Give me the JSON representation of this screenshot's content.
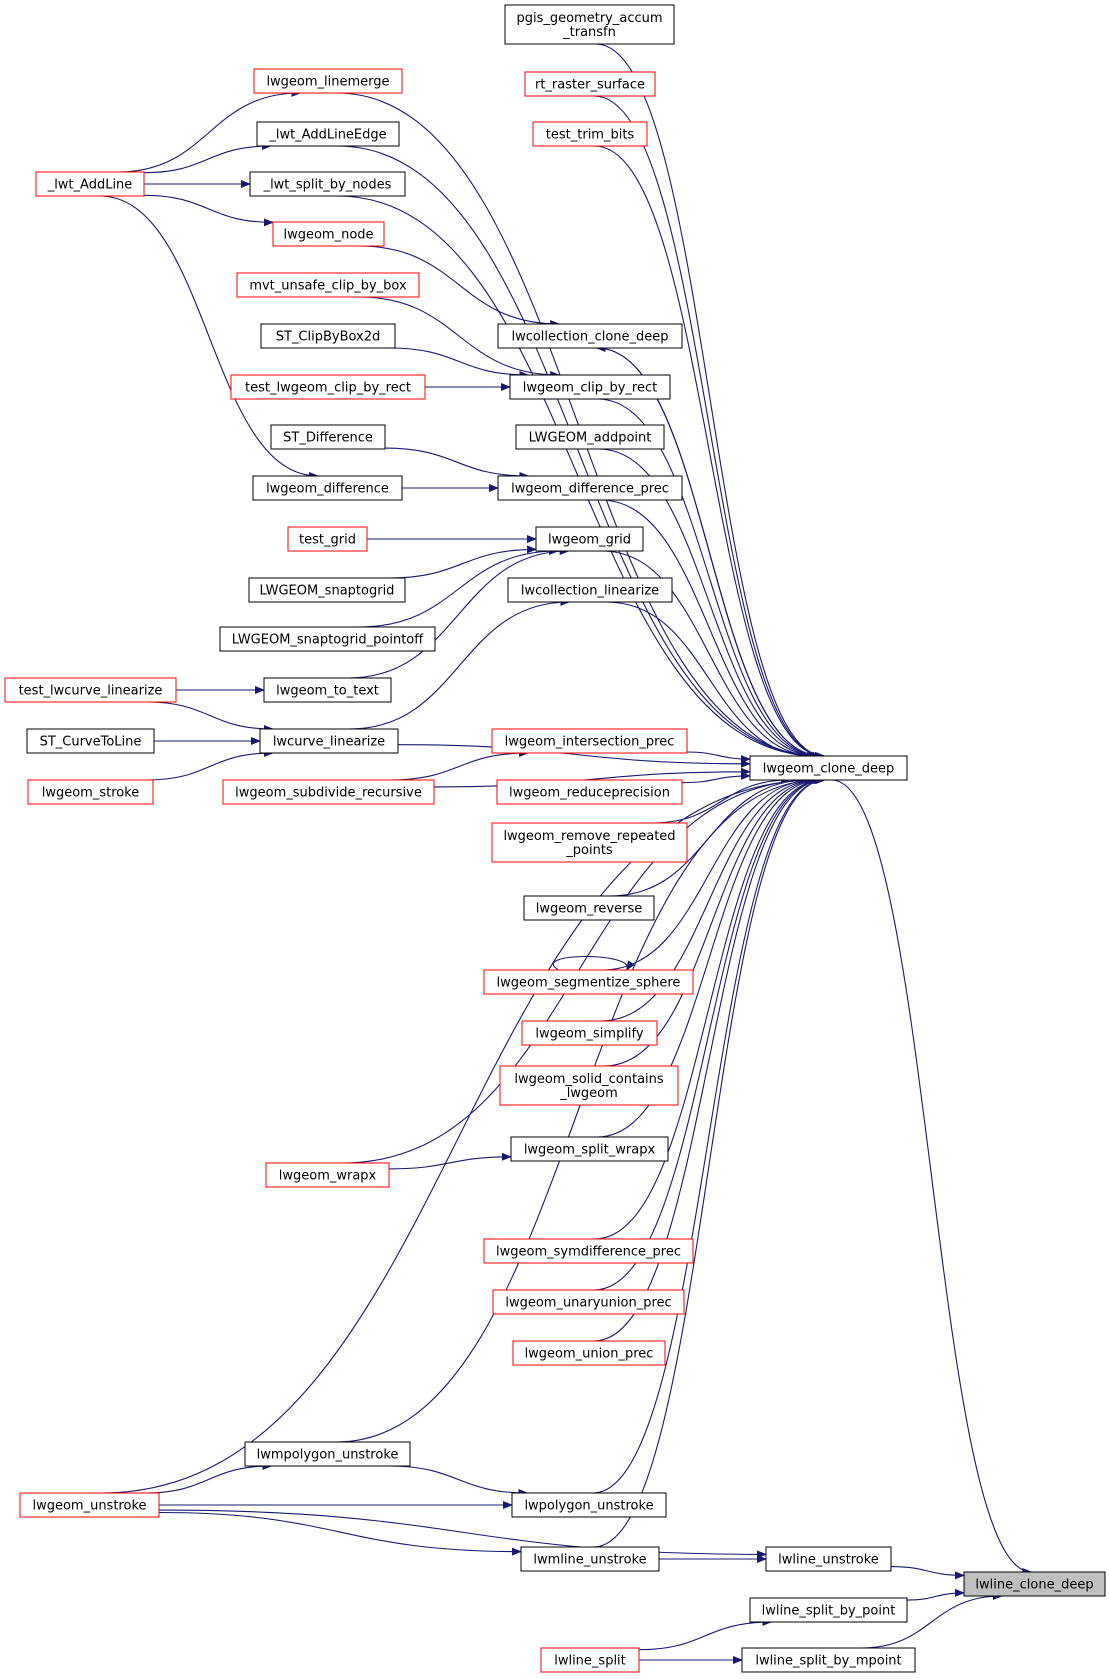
{
  "colors": {
    "edge": "#191970",
    "link_border": "#ff0000",
    "doc_border": "#000000",
    "root_fill": "#bfbfbf"
  },
  "nodes": {
    "n_lwline_clone_deep": {
      "label": [
        "lwline_clone_deep"
      ],
      "kind": "root"
    },
    "n_lwline_unstroke": {
      "label": [
        "lwline_unstroke"
      ],
      "kind": "doc"
    },
    "n_lwline_split_by_point": {
      "label": [
        "lwline_split_by_point"
      ],
      "kind": "doc"
    },
    "n_lwline_split_by_mpoint": {
      "label": [
        "lwline_split_by_mpoint"
      ],
      "kind": "doc"
    },
    "n_lwgeom_clone_deep": {
      "label": [
        "lwgeom_clone_deep"
      ],
      "kind": "doc"
    },
    "n_lwmline_unstroke": {
      "label": [
        "lwmline_unstroke"
      ],
      "kind": "doc"
    },
    "n_lwline_split": {
      "label": [
        "lwline_split"
      ],
      "kind": "link"
    },
    "n_pgis_geometry_accum_transfn": {
      "label": [
        "pgis_geometry_accum",
        "_transfn"
      ],
      "kind": "doc"
    },
    "n_rt_raster_surface": {
      "label": [
        "rt_raster_surface"
      ],
      "kind": "link"
    },
    "n_test_trim_bits": {
      "label": [
        "test_trim_bits"
      ],
      "kind": "link"
    },
    "n_lwcollection_clone_deep": {
      "label": [
        "lwcollection_clone_deep"
      ],
      "kind": "doc"
    },
    "n_lwgeom_clip_by_rect": {
      "label": [
        "lwgeom_clip_by_rect"
      ],
      "kind": "doc"
    },
    "n_LWGEOM_addpoint": {
      "label": [
        "LWGEOM_addpoint"
      ],
      "kind": "doc"
    },
    "n_lwgeom_difference_prec": {
      "label": [
        "lwgeom_difference_prec"
      ],
      "kind": "doc"
    },
    "n_lwgeom_grid": {
      "label": [
        "lwgeom_grid"
      ],
      "kind": "doc"
    },
    "n_lwcollection_linearize": {
      "label": [
        "lwcollection_linearize"
      ],
      "kind": "doc"
    },
    "n_lwcurve_linearize": {
      "label": [
        "lwcurve_linearize"
      ],
      "kind": "doc"
    },
    "n_lwgeom_intersection_prec": {
      "label": [
        "lwgeom_intersection_prec"
      ],
      "kind": "link"
    },
    "n_lwgeom_subdivide_recursive": {
      "label": [
        "lwgeom_subdivide_recursive"
      ],
      "kind": "link"
    },
    "n_lwgeom_reduceprecision": {
      "label": [
        "lwgeom_reduceprecision"
      ],
      "kind": "link"
    },
    "n_lwgeom_remove_repeated_points": {
      "label": [
        "lwgeom_remove_repeated",
        "_points"
      ],
      "kind": "link"
    },
    "n_lwgeom_reverse": {
      "label": [
        "lwgeom_reverse"
      ],
      "kind": "doc"
    },
    "n_lwgeom_segmentize_sphere": {
      "label": [
        "lwgeom_segmentize_sphere"
      ],
      "kind": "link"
    },
    "n_lwgeom_simplify": {
      "label": [
        "lwgeom_simplify"
      ],
      "kind": "link"
    },
    "n_lwgeom_solid_contains_lwgeom": {
      "label": [
        "lwgeom_solid_contains",
        "_lwgeom"
      ],
      "kind": "link"
    },
    "n_lwgeom_split_wrapx": {
      "label": [
        "lwgeom_split_wrapx"
      ],
      "kind": "doc"
    },
    "n_lwgeom_wrapx": {
      "label": [
        "lwgeom_wrapx"
      ],
      "kind": "link"
    },
    "n_lwgeom_symdifference_prec": {
      "label": [
        "lwgeom_symdifference_prec"
      ],
      "kind": "link"
    },
    "n_lwgeom_unaryunion_prec": {
      "label": [
        "lwgeom_unaryunion_prec"
      ],
      "kind": "link"
    },
    "n_lwgeom_union_prec": {
      "label": [
        "lwgeom_union_prec"
      ],
      "kind": "link"
    },
    "n_lwgeom_unstroke": {
      "label": [
        "lwgeom_unstroke"
      ],
      "kind": "link"
    },
    "n_lwmpolygon_unstroke": {
      "label": [
        "lwmpolygon_unstroke"
      ],
      "kind": "doc"
    },
    "n_lwpolygon_unstroke": {
      "label": [
        "lwpolygon_unstroke"
      ],
      "kind": "doc"
    },
    "n_lwgeom_linemerge": {
      "label": [
        "lwgeom_linemerge"
      ],
      "kind": "link"
    },
    "n_lwt_AddLine": {
      "label": [
        "_lwt_AddLine"
      ],
      "kind": "link"
    },
    "n_lwt_AddLineEdge": {
      "label": [
        "_lwt_AddLineEdge"
      ],
      "kind": "doc"
    },
    "n_lwt_split_by_nodes": {
      "label": [
        "_lwt_split_by_nodes"
      ],
      "kind": "doc"
    },
    "n_lwgeom_node": {
      "label": [
        "lwgeom_node"
      ],
      "kind": "link"
    },
    "n_mvt_unsafe_clip_by_box": {
      "label": [
        "mvt_unsafe_clip_by_box"
      ],
      "kind": "link"
    },
    "n_ST_ClipByBox2d": {
      "label": [
        "ST_ClipByBox2d"
      ],
      "kind": "doc"
    },
    "n_test_lwgeom_clip_by_rect": {
      "label": [
        "test_lwgeom_clip_by_rect"
      ],
      "kind": "link"
    },
    "n_ST_Difference": {
      "label": [
        "ST_Difference"
      ],
      "kind": "doc"
    },
    "n_lwgeom_difference": {
      "label": [
        "lwgeom_difference"
      ],
      "kind": "doc"
    },
    "n_test_grid": {
      "label": [
        "test_grid"
      ],
      "kind": "link"
    },
    "n_LWGEOM_snaptogrid": {
      "label": [
        "LWGEOM_snaptogrid"
      ],
      "kind": "doc"
    },
    "n_LWGEOM_snaptogrid_pointoff": {
      "label": [
        "LWGEOM_snaptogrid_pointoff"
      ],
      "kind": "doc"
    },
    "n_lwgeom_to_text": {
      "label": [
        "lwgeom_to_text"
      ],
      "kind": "doc"
    },
    "n_test_lwcurve_linearize": {
      "label": [
        "test_lwcurve_linearize"
      ],
      "kind": "link"
    },
    "n_ST_CurveToLine": {
      "label": [
        "ST_CurveToLine"
      ],
      "kind": "doc"
    },
    "n_lwgeom_stroke": {
      "label": [
        "lwgeom_stroke"
      ],
      "kind": "link"
    }
  },
  "edges": [
    [
      "n_lwline_unstroke",
      "n_lwline_clone_deep"
    ],
    [
      "n_lwline_split_by_point",
      "n_lwline_clone_deep"
    ],
    [
      "n_lwline_split_by_mpoint",
      "n_lwline_clone_deep"
    ],
    [
      "n_lwgeom_clone_deep",
      "n_lwline_clone_deep"
    ],
    [
      "n_lwmline_unstroke",
      "n_lwline_unstroke"
    ],
    [
      "n_lwgeom_unstroke",
      "n_lwline_unstroke"
    ],
    [
      "n_lwline_split",
      "n_lwline_split_by_point"
    ],
    [
      "n_lwline_split",
      "n_lwline_split_by_mpoint"
    ],
    [
      "n_pgis_geometry_accum_transfn",
      "n_lwgeom_clone_deep"
    ],
    [
      "n_rt_raster_surface",
      "n_lwgeom_clone_deep"
    ],
    [
      "n_test_trim_bits",
      "n_lwgeom_clone_deep"
    ],
    [
      "n_lwgeom_linemerge",
      "n_lwgeom_clone_deep"
    ],
    [
      "n_lwt_AddLineEdge",
      "n_lwgeom_clone_deep"
    ],
    [
      "n_lwt_split_by_nodes",
      "n_lwgeom_clone_deep"
    ],
    [
      "n_lwcollection_clone_deep",
      "n_lwgeom_clone_deep"
    ],
    [
      "n_lwgeom_clone_deep",
      "n_lwcollection_clone_deep"
    ],
    [
      "n_lwgeom_clip_by_rect",
      "n_lwgeom_clone_deep"
    ],
    [
      "n_LWGEOM_addpoint",
      "n_lwgeom_clone_deep"
    ],
    [
      "n_lwgeom_difference_prec",
      "n_lwgeom_clone_deep"
    ],
    [
      "n_lwgeom_grid",
      "n_lwgeom_clone_deep"
    ],
    [
      "n_lwcollection_linearize",
      "n_lwgeom_clone_deep"
    ],
    [
      "n_lwcurve_linearize",
      "n_lwgeom_clone_deep"
    ],
    [
      "n_lwgeom_subdivide_recursive",
      "n_lwgeom_clone_deep"
    ],
    [
      "n_lwgeom_intersection_prec",
      "n_lwgeom_clone_deep"
    ],
    [
      "n_lwgeom_reduceprecision",
      "n_lwgeom_clone_deep"
    ],
    [
      "n_lwgeom_remove_repeated_points",
      "n_lwgeom_clone_deep"
    ],
    [
      "n_lwgeom_reverse",
      "n_lwgeom_clone_deep"
    ],
    [
      "n_lwgeom_segmentize_sphere",
      "n_lwgeom_clone_deep"
    ],
    [
      "n_lwgeom_simplify",
      "n_lwgeom_clone_deep"
    ],
    [
      "n_lwgeom_solid_contains_lwgeom",
      "n_lwgeom_clone_deep"
    ],
    [
      "n_lwgeom_split_wrapx",
      "n_lwgeom_clone_deep"
    ],
    [
      "n_lwgeom_wrapx",
      "n_lwgeom_clone_deep"
    ],
    [
      "n_lwgeom_symdifference_prec",
      "n_lwgeom_clone_deep"
    ],
    [
      "n_lwgeom_unaryunion_prec",
      "n_lwgeom_clone_deep"
    ],
    [
      "n_lwgeom_union_prec",
      "n_lwgeom_clone_deep"
    ],
    [
      "n_lwgeom_unstroke",
      "n_lwgeom_clone_deep"
    ],
    [
      "n_lwmpolygon_unstroke",
      "n_lwgeom_clone_deep"
    ],
    [
      "n_lwpolygon_unstroke",
      "n_lwgeom_clone_deep"
    ],
    [
      "n_lwmline_unstroke",
      "n_lwgeom_clone_deep"
    ],
    [
      "n_lwt_AddLine",
      "n_lwgeom_linemerge"
    ],
    [
      "n_lwt_AddLine",
      "n_lwt_AddLineEdge"
    ],
    [
      "n_lwt_AddLine",
      "n_lwt_split_by_nodes"
    ],
    [
      "n_lwt_AddLine",
      "n_lwgeom_node"
    ],
    [
      "n_lwt_AddLine",
      "n_lwgeom_difference"
    ],
    [
      "n_lwgeom_node",
      "n_lwcollection_clone_deep"
    ],
    [
      "n_mvt_unsafe_clip_by_box",
      "n_lwgeom_clip_by_rect"
    ],
    [
      "n_ST_ClipByBox2d",
      "n_lwgeom_clip_by_rect"
    ],
    [
      "n_test_lwgeom_clip_by_rect",
      "n_lwgeom_clip_by_rect"
    ],
    [
      "n_ST_Difference",
      "n_lwgeom_difference_prec"
    ],
    [
      "n_lwgeom_difference",
      "n_lwgeom_difference_prec"
    ],
    [
      "n_test_grid",
      "n_lwgeom_grid"
    ],
    [
      "n_LWGEOM_snaptogrid",
      "n_lwgeom_grid"
    ],
    [
      "n_LWGEOM_snaptogrid_pointoff",
      "n_lwgeom_grid"
    ],
    [
      "n_lwgeom_to_text",
      "n_lwgeom_grid"
    ],
    [
      "n_lwcurve_linearize",
      "n_lwcollection_linearize"
    ],
    [
      "n_test_lwcurve_linearize",
      "n_lwgeom_to_text"
    ],
    [
      "n_test_lwcurve_linearize",
      "n_lwcurve_linearize"
    ],
    [
      "n_ST_CurveToLine",
      "n_lwcurve_linearize"
    ],
    [
      "n_lwgeom_stroke",
      "n_lwcurve_linearize"
    ],
    [
      "n_lwgeom_subdivide_recursive",
      "n_lwgeom_intersection_prec"
    ],
    [
      "n_lwgeom_segmentize_sphere",
      "n_lwgeom_segmentize_sphere"
    ],
    [
      "n_lwgeom_wrapx",
      "n_lwgeom_split_wrapx"
    ],
    [
      "n_lwgeom_unstroke",
      "n_lwmpolygon_unstroke"
    ],
    [
      "n_lwgeom_unstroke",
      "n_lwpolygon_unstroke"
    ],
    [
      "n_lwgeom_unstroke",
      "n_lwmline_unstroke"
    ],
    [
      "n_lwmpolygon_unstroke",
      "n_lwpolygon_unstroke"
    ]
  ]
}
